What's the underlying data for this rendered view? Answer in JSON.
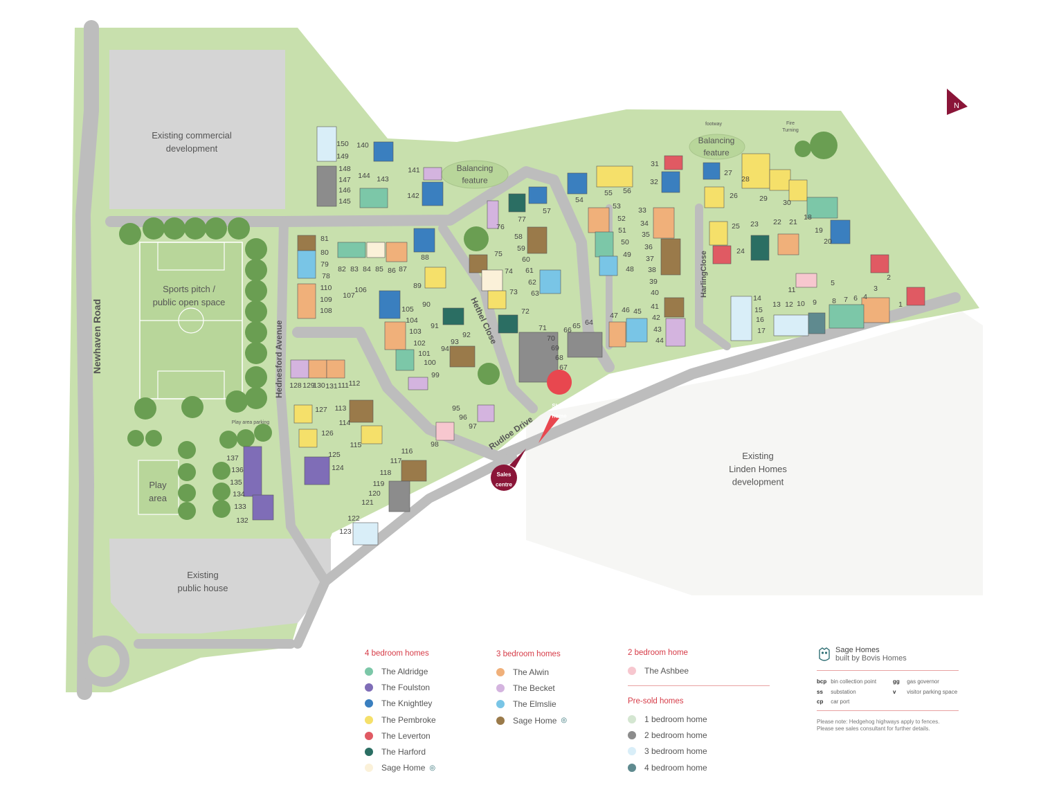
{
  "map": {
    "north_label": "N",
    "areas": {
      "commercial": "Existing commercial\ndevelopment",
      "sports": "Sports pitch /\npublic open space",
      "play": "Play\narea",
      "pub": "Existing\npublic house",
      "linden": "Existing\nLinden Homes\ndevelopment",
      "balancing1": "Balancing\nfeature",
      "balancing2": "Balancing\nfeature",
      "footway": "footway",
      "fire_turning": "Fire\nTurning",
      "play_parking": "Play area parking"
    },
    "roads": {
      "newhaven": "Newhaven Road",
      "hednesford": "Hednesford Avenue",
      "hethel": "Hethel Close",
      "rudloe": "Rudloe Drive",
      "harling": "HarlingClose"
    },
    "pins": {
      "show_home": "Show\nhome",
      "sales_centre": "Sales\ncentre"
    },
    "colors": {
      "aldridge": "#7cc7a8",
      "foulston": "#7f6db7",
      "knightley": "#3a7fbf",
      "pembroke": "#f5e06a",
      "leverton": "#e05a63",
      "harford": "#2b6e63",
      "sage_home_4bed": "#fbf1d9",
      "alwin": "#f0b07a",
      "becket": "#d4b4df",
      "elmslie": "#79c5e6",
      "sage_home_3bed": "#9a7a4a",
      "ashbee": "#f7c7cf",
      "presold_1": "#d4e6d1",
      "presold_2": "#8c8c8c",
      "presold_3": "#d9eef8",
      "presold_4": "#5f8a8f",
      "grass": "#c8e0ad",
      "road": "#bdbdbd",
      "plot": "#eef0e2",
      "accent_red": "#d63b47",
      "sales_maroon": "#8a1538"
    },
    "plots": [
      {
        "n": "150"
      },
      {
        "n": "149"
      },
      {
        "n": "148"
      },
      {
        "n": "147"
      },
      {
        "n": "146"
      },
      {
        "n": "145"
      },
      {
        "n": "140"
      },
      {
        "n": "144"
      },
      {
        "n": "143"
      },
      {
        "n": "141"
      },
      {
        "n": "142"
      },
      {
        "n": "81"
      },
      {
        "n": "80"
      },
      {
        "n": "79"
      },
      {
        "n": "78"
      },
      {
        "n": "82"
      },
      {
        "n": "83"
      },
      {
        "n": "84"
      },
      {
        "n": "85"
      },
      {
        "n": "86"
      },
      {
        "n": "87"
      },
      {
        "n": "88"
      },
      {
        "n": "110"
      },
      {
        "n": "109"
      },
      {
        "n": "108"
      },
      {
        "n": "107"
      },
      {
        "n": "106"
      },
      {
        "n": "89"
      },
      {
        "n": "90"
      },
      {
        "n": "91"
      },
      {
        "n": "92"
      },
      {
        "n": "93"
      },
      {
        "n": "94"
      },
      {
        "n": "99"
      },
      {
        "n": "100"
      },
      {
        "n": "101"
      },
      {
        "n": "102"
      },
      {
        "n": "103"
      },
      {
        "n": "104"
      },
      {
        "n": "105"
      },
      {
        "n": "76"
      },
      {
        "n": "77"
      },
      {
        "n": "57"
      },
      {
        "n": "58"
      },
      {
        "n": "59"
      },
      {
        "n": "60"
      },
      {
        "n": "61"
      },
      {
        "n": "62"
      },
      {
        "n": "63"
      },
      {
        "n": "75"
      },
      {
        "n": "74"
      },
      {
        "n": "73"
      },
      {
        "n": "72"
      },
      {
        "n": "71"
      },
      {
        "n": "70"
      },
      {
        "n": "69"
      },
      {
        "n": "68"
      },
      {
        "n": "67"
      },
      {
        "n": "66"
      },
      {
        "n": "65"
      },
      {
        "n": "64"
      },
      {
        "n": "54"
      },
      {
        "n": "55"
      },
      {
        "n": "56"
      },
      {
        "n": "53"
      },
      {
        "n": "52"
      },
      {
        "n": "51"
      },
      {
        "n": "50"
      },
      {
        "n": "49"
      },
      {
        "n": "48"
      },
      {
        "n": "47"
      },
      {
        "n": "46"
      },
      {
        "n": "45"
      },
      {
        "n": "31"
      },
      {
        "n": "32"
      },
      {
        "n": "33"
      },
      {
        "n": "34"
      },
      {
        "n": "35"
      },
      {
        "n": "36"
      },
      {
        "n": "37"
      },
      {
        "n": "38"
      },
      {
        "n": "39"
      },
      {
        "n": "40"
      },
      {
        "n": "41"
      },
      {
        "n": "42"
      },
      {
        "n": "43"
      },
      {
        "n": "44"
      },
      {
        "n": "27"
      },
      {
        "n": "28"
      },
      {
        "n": "26"
      },
      {
        "n": "29"
      },
      {
        "n": "30"
      },
      {
        "n": "25"
      },
      {
        "n": "23"
      },
      {
        "n": "22"
      },
      {
        "n": "21"
      },
      {
        "n": "24"
      },
      {
        "n": "18"
      },
      {
        "n": "19"
      },
      {
        "n": "20"
      },
      {
        "n": "14"
      },
      {
        "n": "15"
      },
      {
        "n": "16"
      },
      {
        "n": "17"
      },
      {
        "n": "13"
      },
      {
        "n": "12"
      },
      {
        "n": "11"
      },
      {
        "n": "10"
      },
      {
        "n": "9"
      },
      {
        "n": "8"
      },
      {
        "n": "7"
      },
      {
        "n": "6"
      },
      {
        "n": "5"
      },
      {
        "n": "4"
      },
      {
        "n": "3"
      },
      {
        "n": "2"
      },
      {
        "n": "1"
      },
      {
        "n": "128"
      },
      {
        "n": "129"
      },
      {
        "n": "130"
      },
      {
        "n": "131"
      },
      {
        "n": "111"
      },
      {
        "n": "112"
      },
      {
        "n": "127"
      },
      {
        "n": "113"
      },
      {
        "n": "126"
      },
      {
        "n": "114"
      },
      {
        "n": "115"
      },
      {
        "n": "125"
      },
      {
        "n": "124"
      },
      {
        "n": "116"
      },
      {
        "n": "117"
      },
      {
        "n": "118"
      },
      {
        "n": "119"
      },
      {
        "n": "120"
      },
      {
        "n": "121"
      },
      {
        "n": "122"
      },
      {
        "n": "123"
      },
      {
        "n": "95"
      },
      {
        "n": "96"
      },
      {
        "n": "97"
      },
      {
        "n": "98"
      },
      {
        "n": "137"
      },
      {
        "n": "136"
      },
      {
        "n": "135"
      },
      {
        "n": "134"
      },
      {
        "n": "133"
      },
      {
        "n": "132"
      }
    ]
  },
  "legend": {
    "four_bed": {
      "heading": "4 bedroom homes",
      "items": [
        {
          "label": "The Aldridge",
          "color": "#7cc7a8"
        },
        {
          "label": "The Foulston",
          "color": "#7f6db7"
        },
        {
          "label": "The Knightley",
          "color": "#3a7fbf"
        },
        {
          "label": "The Pembroke",
          "color": "#f5e06a"
        },
        {
          "label": "The Leverton",
          "color": "#e05a63"
        },
        {
          "label": "The Harford",
          "color": "#2b6e63"
        },
        {
          "label": "Sage Home",
          "color": "#fbf1d9"
        }
      ]
    },
    "three_bed": {
      "heading": "3 bedroom homes",
      "items": [
        {
          "label": "The Alwin",
          "color": "#f0b07a"
        },
        {
          "label": "The Becket",
          "color": "#d4b4df"
        },
        {
          "label": "The Elmslie",
          "color": "#79c5e6"
        },
        {
          "label": "Sage Home",
          "color": "#9a7a4a"
        }
      ]
    },
    "two_bed": {
      "heading": "2 bedroom home",
      "items": [
        {
          "label": "The Ashbee",
          "color": "#f7c7cf"
        }
      ]
    },
    "presold": {
      "heading": "Pre-sold homes",
      "items": [
        {
          "label": "1 bedroom home",
          "color": "#d4e6d1"
        },
        {
          "label": "2 bedroom home",
          "color": "#8c8c8c"
        },
        {
          "label": "3 bedroom home",
          "color": "#d9eef8"
        },
        {
          "label": "4 bedroom home",
          "color": "#5f8a8f"
        }
      ]
    },
    "brand": {
      "name": "Sage Homes",
      "sub": "built by Bovis Homes"
    },
    "abbreviations": [
      {
        "code": "bcp",
        "meaning": "bin collection point"
      },
      {
        "code": "ss",
        "meaning": "substation"
      },
      {
        "code": "cp",
        "meaning": "car port"
      },
      {
        "code": "gg",
        "meaning": "gas governor"
      },
      {
        "code": "v",
        "meaning": "visitor parking space"
      }
    ],
    "note": "Please note: Hedgehog highways apply to fences.\nPlease see sales consultant for further details."
  }
}
